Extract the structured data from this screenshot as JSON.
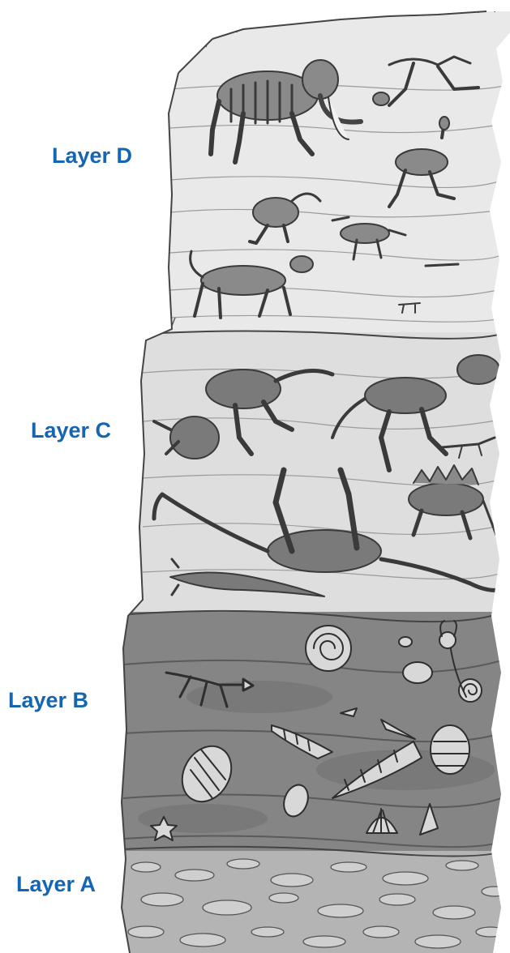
{
  "layers": [
    {
      "id": "D",
      "label": "Layer D"
    },
    {
      "id": "C",
      "label": "Layer C"
    },
    {
      "id": "B",
      "label": "Layer B"
    },
    {
      "id": "A",
      "label": "Layer A"
    }
  ],
  "colors": {
    "label_blue": "#1565b0",
    "layer_d_fill": "#e9e9e9",
    "layer_c_fill": "#dcdcdc",
    "layer_b_fill": "#7f7f7f",
    "layer_a_fill": "#a9a9a9",
    "fossil_stroke": "#3a3a3a",
    "fossil_fill": "#8a8a8a"
  },
  "fossils": {
    "layer_d": [
      "mammoth-skeleton",
      "ground-sloth-skeleton",
      "sabertooth-skeleton",
      "horse-skeleton",
      "camel-skeleton",
      "deer-skeleton",
      "small-mammal-skeleton"
    ],
    "layer_c": [
      "triceratops-skeleton",
      "tyrannosaurus-skeleton",
      "stegosaurus-skeleton",
      "sauropod-skeleton",
      "ichthyosaur-skeleton",
      "small-dinosaur-skeleton"
    ],
    "layer_b": [
      "ammonite-shell",
      "spiral-snail-shell",
      "trilobite",
      "crinoid",
      "amphibian-skeleton",
      "fish-skeleton",
      "cone-shell",
      "clam-shell",
      "brachiopod-shell",
      "starfish"
    ],
    "layer_a": [
      "pebble-rocks"
    ]
  }
}
